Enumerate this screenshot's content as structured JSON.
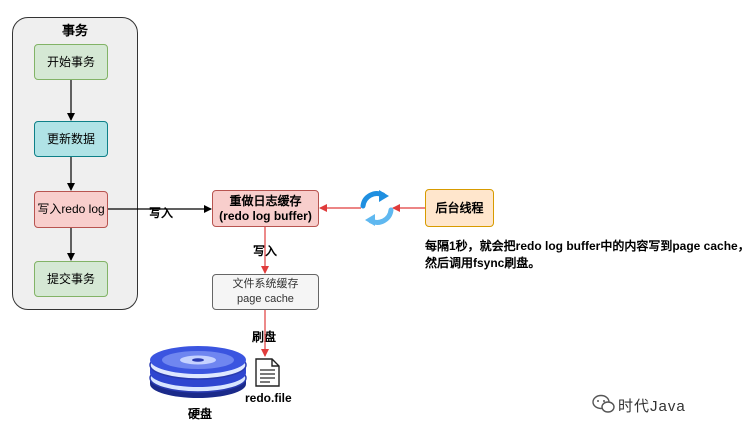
{
  "transaction_group": {
    "title": "事务",
    "steps": [
      "开始事务",
      "更新数据",
      "写入redo log",
      "提交事务"
    ]
  },
  "redo_log_buffer": {
    "line1": "重做日志缓存",
    "line2": "(redo log buffer)"
  },
  "page_cache": {
    "line1": "文件系统缓存",
    "line2": "page cache"
  },
  "background_thread": {
    "label": "后台线程"
  },
  "edge_labels": {
    "write_buffer": "写入",
    "write_cache": "写入",
    "flush": "刷盘"
  },
  "note": {
    "line1": "每隔1秒，就会把redo log buffer中的内容写到page cache，",
    "line2": "然后调用fsync刷盘。"
  },
  "disk": {
    "label": "硬盘"
  },
  "redo_file": {
    "label": "redo.file"
  },
  "watermark": {
    "text": "时代Java"
  },
  "colors": {
    "green_fill": "#d5e8d4",
    "teal_fill": "#b0e3e6",
    "red_fill": "#f8cecc",
    "orange_fill": "#ffe6cc",
    "red_arrow": "#e03c3c",
    "disk_blue": "#3b4fd6"
  }
}
